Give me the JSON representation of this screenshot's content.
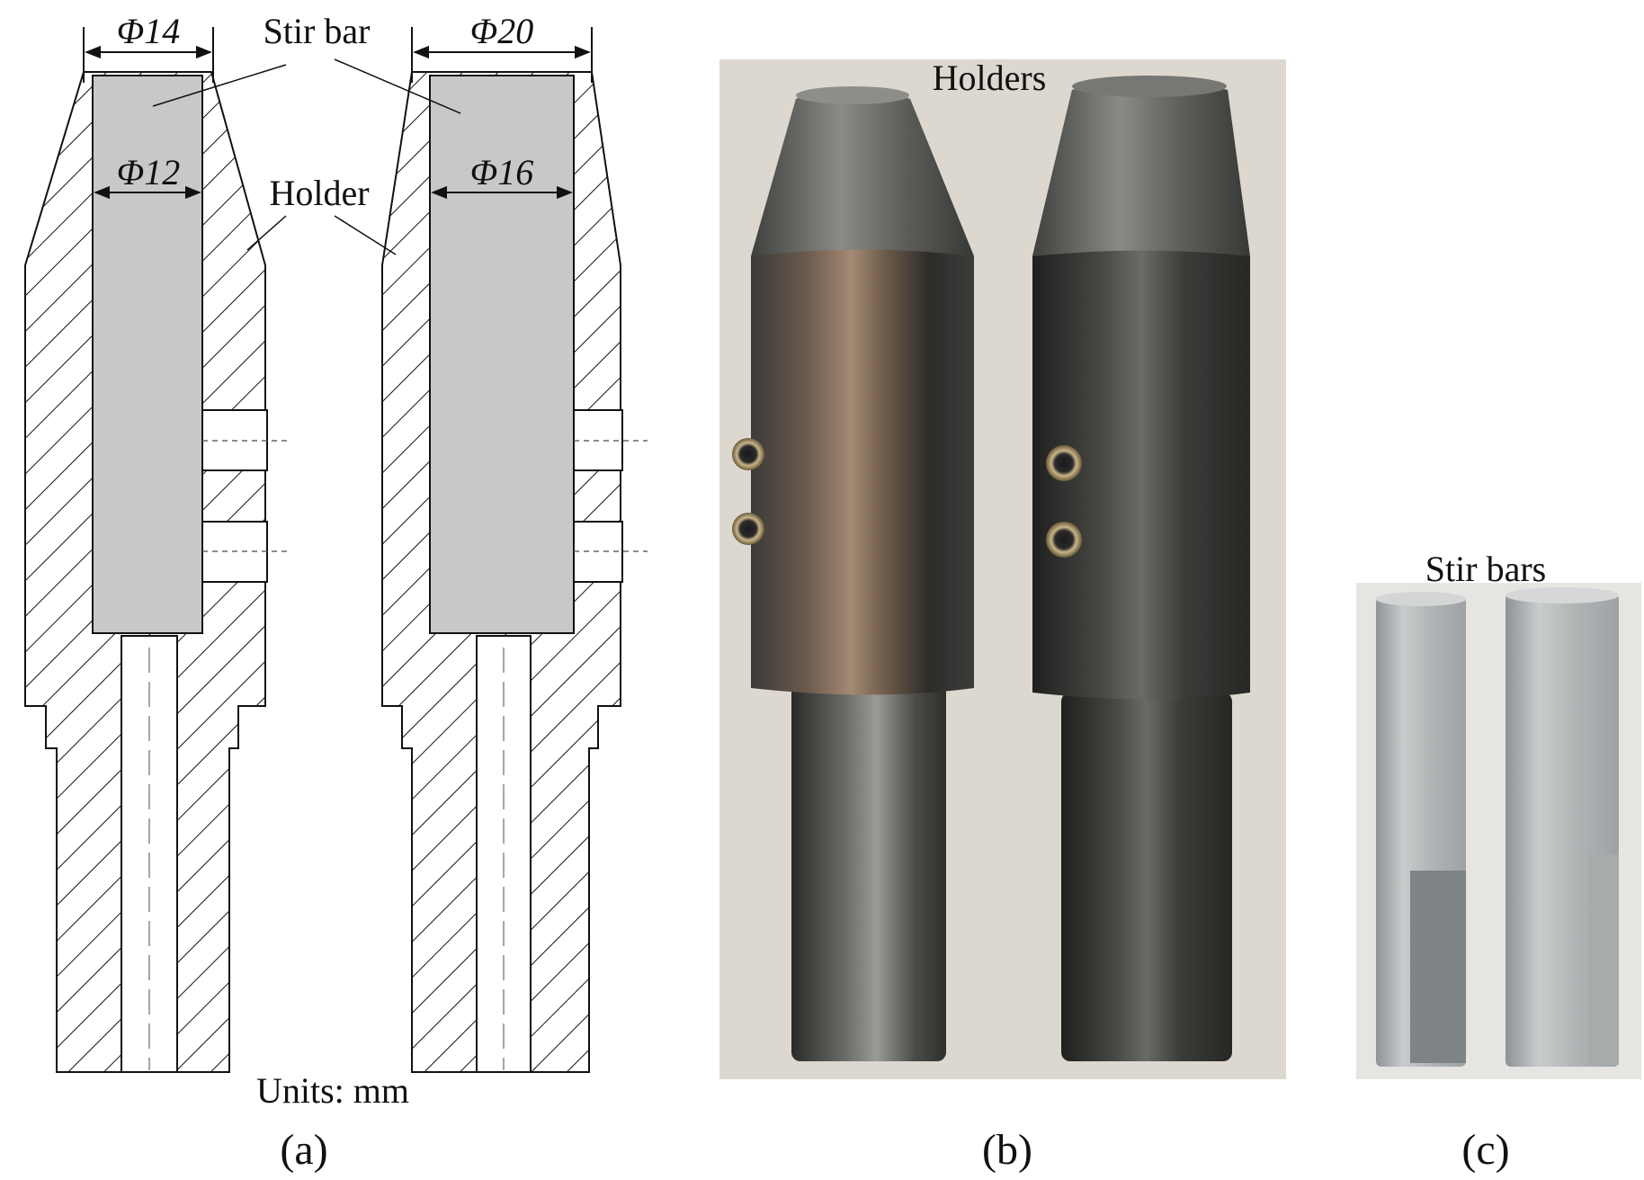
{
  "panel_a": {
    "dim_top_left": "Φ14",
    "dim_inner_left": "Φ12",
    "dim_top_right": "Φ20",
    "dim_inner_right": "Φ16",
    "label_stir_bar": "Stir bar",
    "label_holder": "Holder",
    "units": "Units: mm",
    "caption": "(a)"
  },
  "panel_b": {
    "label": "Holders",
    "caption": "(b)"
  },
  "panel_c": {
    "label": "Stir bars",
    "caption": "(c)"
  },
  "colors": {
    "stir_bar_fill": "#c8c8c8",
    "photo_bg_b": "#dcd7cf",
    "photo_bg_c": "#e6e5e2",
    "steel_dark": "#2d2e2c",
    "aluminum": "#b9bcbd"
  }
}
